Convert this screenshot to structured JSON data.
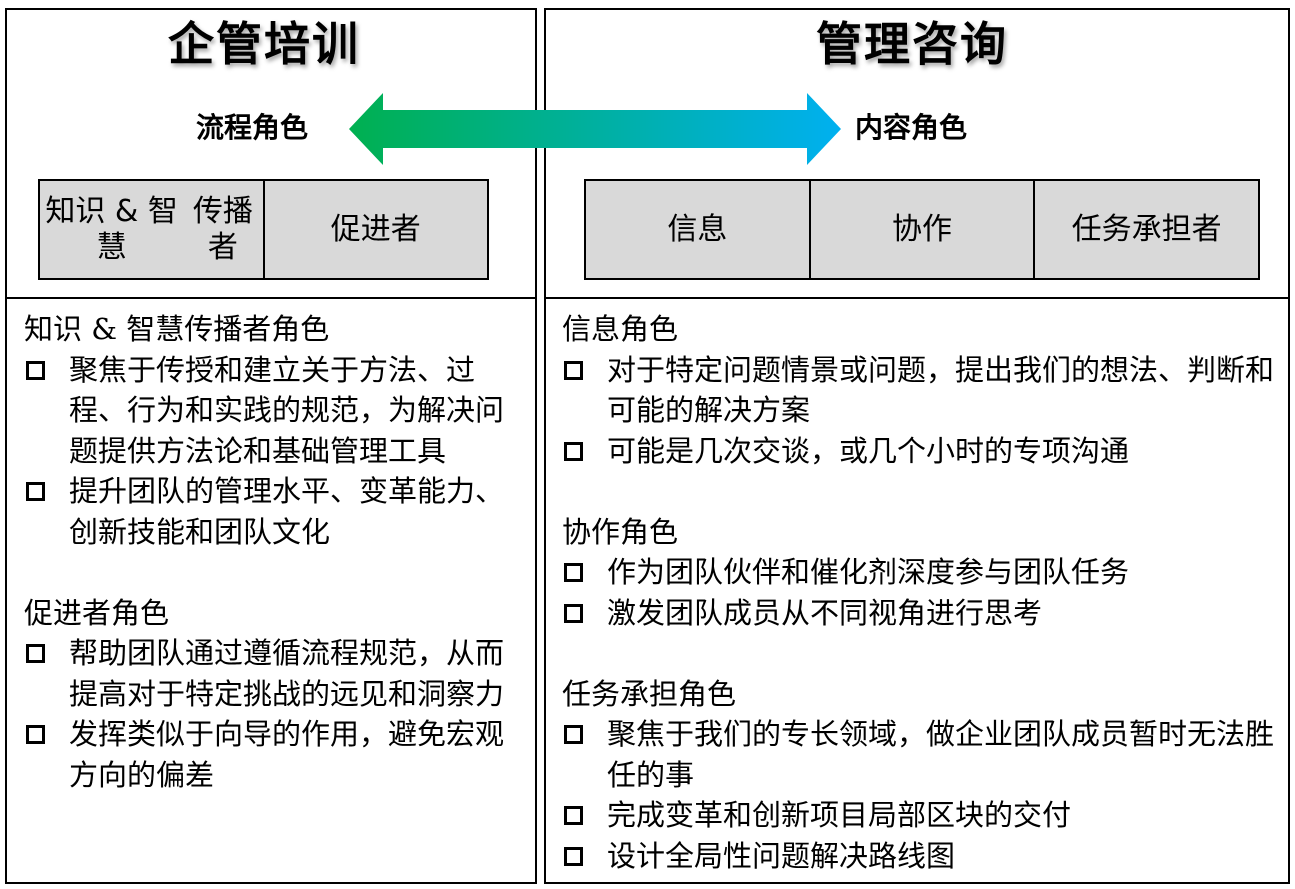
{
  "left": {
    "title": "企管培训",
    "role_label": "流程角色",
    "roles": [
      {
        "label": "知识 & 智慧\n传播者"
      },
      {
        "label": "促进者"
      }
    ],
    "sections": [
      {
        "heading": "知识 & 智慧传播者角色",
        "bullets": [
          "聚焦于传授和建立关于方法、过程、行为和实践的规范，为解决问题提供方法论和基础管理工具",
          "提升团队的管理水平、变革能力、创新技能和团队文化"
        ]
      },
      {
        "heading": "促进者角色",
        "bullets": [
          "帮助团队通过遵循流程规范，从而提高对于特定挑战的远见和洞察力",
          "发挥类似于向导的作用，避免宏观方向的偏差"
        ]
      }
    ]
  },
  "right": {
    "title": "管理咨询",
    "role_label": "内容角色",
    "roles": [
      {
        "label": "信息"
      },
      {
        "label": "协作"
      },
      {
        "label": "任务\n承担者"
      }
    ],
    "sections": [
      {
        "heading": "信息角色",
        "bullets": [
          "对于特定问题情景或问题，提出我们的想法、判断和可能的解决方案",
          "可能是几次交谈，或几个小时的专项沟通"
        ]
      },
      {
        "heading": "协作角色",
        "bullets": [
          "作为团队伙伴和催化剂深度参与团队任务",
          "激发团队成员从不同视角进行思考"
        ]
      },
      {
        "heading": "任务承担角色",
        "bullets": [
          "聚焦于我们的专长领域，做企业团队成员暂时无法胜任的事",
          "完成变革和创新项目局部区块的交付",
          "设计全局性问题解决路线图"
        ]
      }
    ]
  },
  "colors": {
    "arrow_left": "#00b050",
    "arrow_right": "#00b0f0",
    "role_cell_bg": "#d9d9d9"
  },
  "icons": {
    "bullet": "hollow-square-icon",
    "arrow": "double-headed-arrow-icon"
  }
}
